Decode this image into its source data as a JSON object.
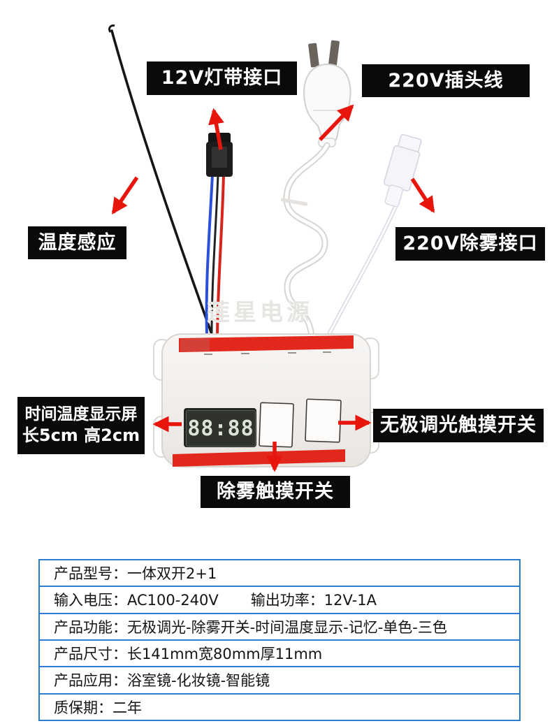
{
  "watermark": "莲星电源",
  "callouts": {
    "led_port": "12V灯带接口",
    "plug_wire": "220V插头线",
    "temp_sensor": "温度感应",
    "defog_port": "220V除雾接口",
    "display_screen_line1": "时间温度显示屏",
    "display_screen_line2": "长5cm 高2cm",
    "dimmer_switch": "无极调光触摸开关",
    "defog_switch": "除雾触摸开关"
  },
  "device": {
    "display_value": "88:88"
  },
  "spec_table": {
    "rows": [
      [
        {
          "label": "产品型号：",
          "value": "一体双开2+1"
        }
      ],
      [
        {
          "label": "输入电压：",
          "value": "AC100-240V"
        },
        {
          "label": "输出功率：",
          "value": "12V-1A"
        }
      ],
      [
        {
          "label": "产品功能：",
          "value": "无极调光-除雾开关-时间温度显示-记忆-单色-三色"
        }
      ],
      [
        {
          "label": "产品尺寸：",
          "value": "长141mm宽80mm厚11mm"
        }
      ],
      [
        {
          "label": "产品应用：",
          "value": "浴室镜-化妆镜-智能镜"
        }
      ],
      [
        {
          "label": "质保期：",
          "value": "二年"
        }
      ]
    ]
  },
  "colors": {
    "accent_red": "#e8150c",
    "label_bg": "#0a0a0a",
    "label_text": "#ffffff",
    "table_border": "#2f7cd4",
    "adhesive_strip_red": "#e2271d",
    "display_bg": "#30342d",
    "display_text": "#e3ecdf"
  }
}
